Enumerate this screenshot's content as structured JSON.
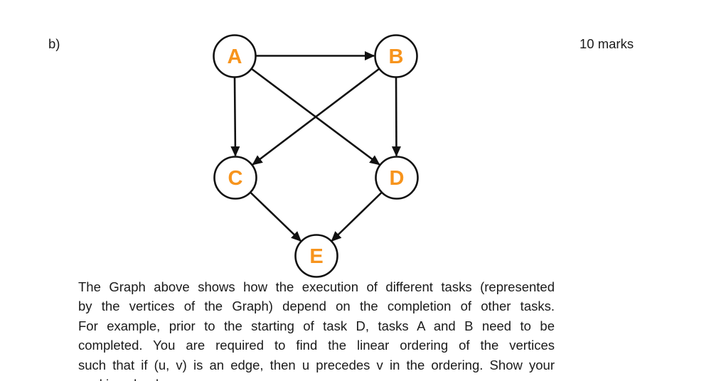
{
  "question": {
    "label": "b)",
    "marks": "10 marks"
  },
  "graph": {
    "node_fill": "#ffffff",
    "node_stroke": "#111111",
    "node_label_color": "#F7941D",
    "edge_color": "#111111",
    "nodes": [
      {
        "id": "A",
        "label": "A"
      },
      {
        "id": "B",
        "label": "B"
      },
      {
        "id": "C",
        "label": "C"
      },
      {
        "id": "D",
        "label": "D"
      },
      {
        "id": "E",
        "label": "E"
      }
    ],
    "edges": [
      {
        "from": "A",
        "to": "B"
      },
      {
        "from": "A",
        "to": "C"
      },
      {
        "from": "A",
        "to": "D"
      },
      {
        "from": "B",
        "to": "C"
      },
      {
        "from": "B",
        "to": "D"
      },
      {
        "from": "C",
        "to": "E"
      },
      {
        "from": "D",
        "to": "E"
      }
    ]
  },
  "paragraph": {
    "lines": [
      "The Graph above shows how the execution of different tasks (represented",
      "by the vertices of the Graph) depend on the completion of other tasks.",
      "For example, prior to the starting of task D, tasks A and B need to be",
      "completed. You are required to find the linear ordering of the vertices",
      "such that if (u, v) is an edge, then u precedes v in the ordering. Show your",
      "working clearly"
    ]
  }
}
